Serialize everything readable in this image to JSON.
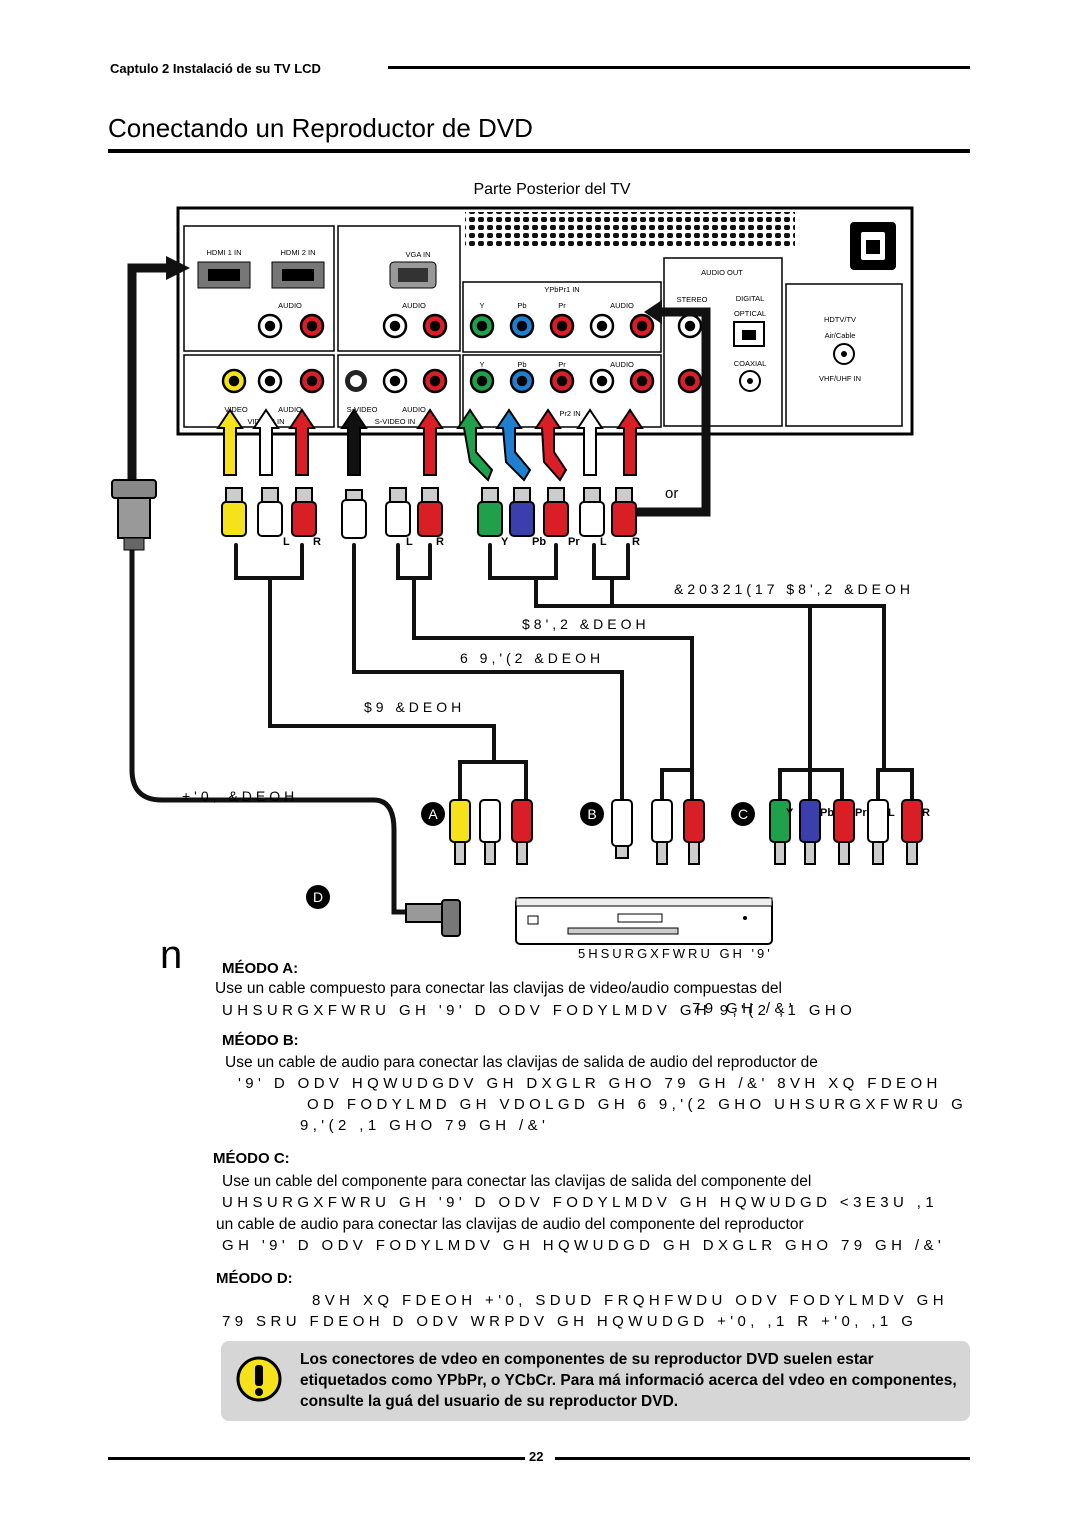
{
  "header": {
    "chapter": "Captulo 2 Instalació de su TV LCD",
    "title": "Conectando un Reproductor de DVD"
  },
  "diagram": {
    "caption": "Parte Posterior del TV",
    "panel_labels": {
      "hdmi1": "HDMI 1 IN",
      "hdmi2": "HDMI 2 IN",
      "vga": "VGA IN",
      "audio": "AUDIO",
      "l": "L",
      "r": "R",
      "ypbpr1": "YPbPr1 IN",
      "y": "Y",
      "pb": "Pb",
      "pr": "Pr",
      "audio_out": "AUDIO OUT",
      "stereo": "STEREO",
      "digital": "DIGITAL",
      "optical": "OPTICAL",
      "coaxial": "COAXIAL",
      "hdtv_tv": "HDTV/TV",
      "air_cable": "Air/Cable",
      "vhf_uhf": "VHF/UHF IN",
      "video": "VIDEO",
      "video2": "VIDEO2 IN",
      "svideo": "S-VIDEO",
      "svideo_in": "S-VIDEO IN",
      "pr2": "Pr2 IN"
    },
    "or_label": "or",
    "cable_labels": {
      "component": "&20321(17 $8',2 &DEOH",
      "audio": "$8',2 &DEOH",
      "svideo": "6 9,'(2 &DEOH",
      "av": "$9 &DEOH",
      "hdmi": "+'0, &DEOH"
    },
    "methods": [
      "A",
      "B",
      "C",
      "D"
    ],
    "dvd_label": "5HSURGXFWRU GH '9'"
  },
  "instructions": {
    "bullet": "n",
    "method_a": {
      "heading": "MÉODO A:",
      "lines": [
        "Use un cable compuesto para conectar las clavijas de video/audio compuestas del",
        "UHSURGXFWRU GH '9' D ODV FODYLMDV GH 9,'(2 ,1 GHO"
      ],
      "overlap": "79 GH /&'"
    },
    "method_b": {
      "heading": "MÉODO B:",
      "lines": [
        "Use un cable de audio para conectar las clavijas de salida de audio del reproductor de",
        "'9' D ODV HQWUDGDV GH DXGLR GHO 79 GH /&' 8VH XQ FDEOH",
        "OD FODYLMD GH VDOLGD GH 6 9,'(2 GHO UHSURGXFWRU G",
        "9,'(2 ,1 GHO 79 GH /&'"
      ]
    },
    "method_c": {
      "heading": "MÉODO C:",
      "lines": [
        "Use un cable del componente para conectar las clavijas de salida del componente del",
        "UHSURGXFWRU GH '9' D ODV FODYLMDV GH HQWUDGD <3E3U ,1",
        "un cable de audio para conectar las clavijas de audio del componente  del  reproductor",
        "GH '9' D ODV FODYLMDV GH HQWUDGD GH DXGLR GHO 79 GH /&'"
      ]
    },
    "method_d": {
      "heading": "MÉODO D:",
      "lines": [
        "8VH XQ FDEOH +'0, SDUD FRQHFWDU ODV FODYLMDV GH",
        "79 SRU FDEOH D ODV WRPDV GH HQWUDGD +'0, ,1 R +'0, ,1 G"
      ]
    }
  },
  "note": {
    "text": "Los conectores de vdeo en componentes de su reproductor DVD suelen estar etiquetados como YPbPr, o YCbCr.  Para má informació acerca del vdeo en componentes, consulte la guá del usuario de su reproductor DVD."
  },
  "footer": {
    "page_number": "22"
  }
}
